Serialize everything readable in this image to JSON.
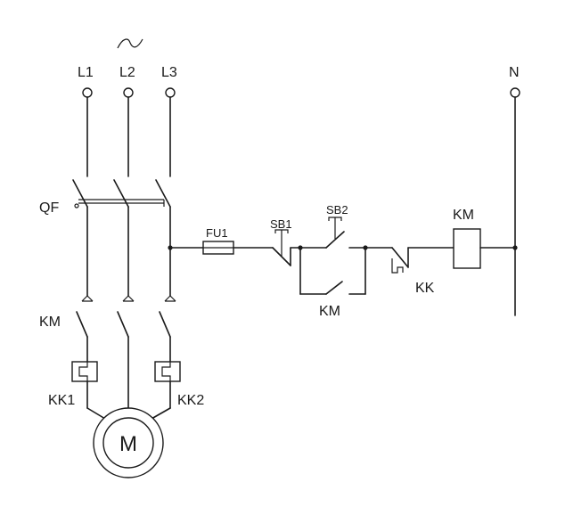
{
  "diagram": {
    "supply_symbol": "~",
    "phases": [
      "L1",
      "L2",
      "L3"
    ],
    "neutral": "N",
    "labels": {
      "breaker": "QF",
      "main_contactor": "KM",
      "overload_left": "KK1",
      "overload_right": "KK2",
      "motor": "M",
      "fuse": "FU1",
      "stop_button": "SB1",
      "start_button": "SB2",
      "hold_contact": "KM",
      "coil": "KM",
      "overload_contact": "KK"
    }
  }
}
